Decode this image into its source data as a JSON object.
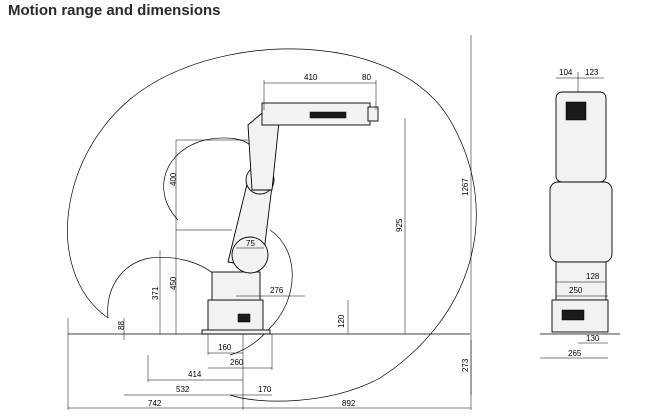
{
  "title": "Motion range and dimensions",
  "side_view": {
    "dims": {
      "d410": "410",
      "d80": "80",
      "d400": "400",
      "d925": "925",
      "d1267": "1267",
      "d75": "75",
      "d450": "450",
      "d371": "371",
      "d276": "276",
      "d88": "88",
      "d120": "120",
      "d160": "160",
      "d260": "260",
      "d414": "414",
      "d532": "532",
      "d742": "742",
      "d170": "170",
      "d892": "892",
      "d273": "273"
    }
  },
  "front_view": {
    "dims": {
      "d104": "104",
      "d123": "123",
      "d128": "128",
      "d250": "250",
      "d130": "130",
      "d265": "265"
    }
  }
}
